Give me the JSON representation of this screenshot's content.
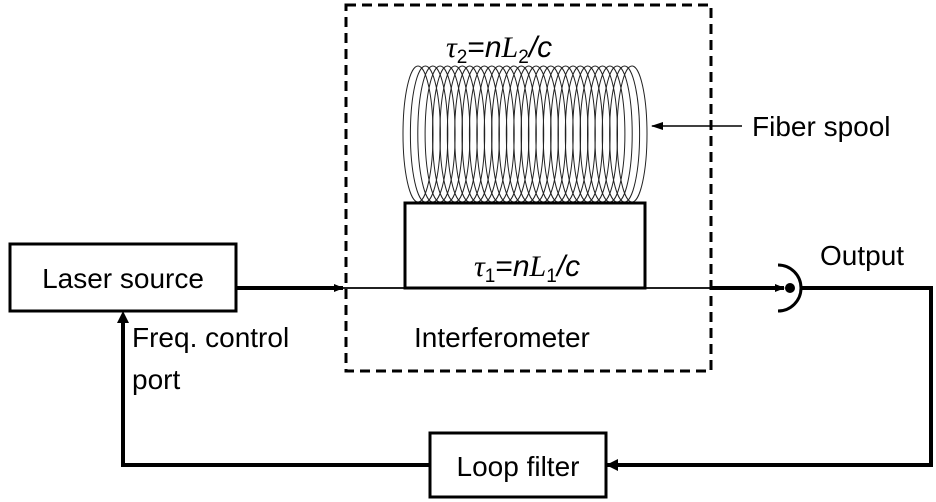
{
  "blocks": {
    "laser_source": "Laser source",
    "loop_filter": "Loop filter",
    "interferometer": "Interferometer"
  },
  "labels": {
    "fiber_spool": "Fiber spool",
    "output": "Output",
    "freq_control_line1": "Freq. control",
    "freq_control_line2": "port"
  },
  "equations": {
    "tau2": {
      "symbol": "τ",
      "sub": "2",
      "eq": "=",
      "n": "n",
      "L": "L",
      "Lsub": "2",
      "rest": "/c"
    },
    "tau1": {
      "symbol": "τ",
      "sub": "1",
      "eq": "=",
      "n": "n",
      "L": "L",
      "Lsub": "1",
      "rest": "/c"
    }
  }
}
